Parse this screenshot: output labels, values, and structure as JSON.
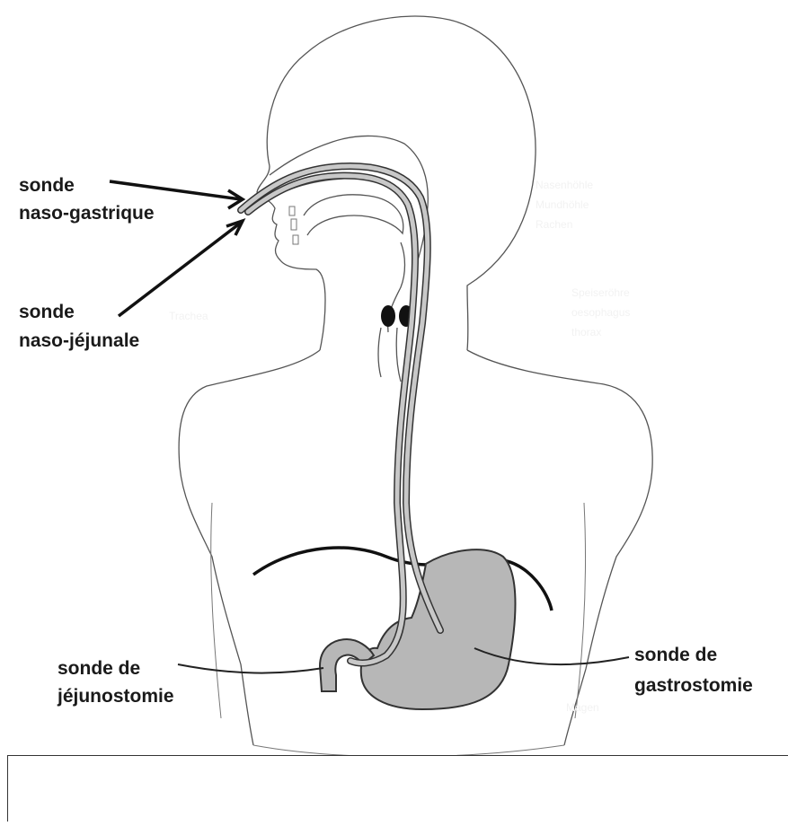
{
  "labels": {
    "naso_gastric_line1": "sonde",
    "naso_gastric_line2": "naso-gastrique",
    "naso_jejunal_line1": "sonde",
    "naso_jejunal_line2": "naso-jéjunale",
    "jejunostomy_line1": "sonde de",
    "jejunostomy_line2": "jéjunostomie",
    "gastrostomy_line1": "sonde de",
    "gastrostomy_line2": "gastrostomie"
  },
  "faint_labels": {
    "nasal_cavity": [
      "Nasenhöhle",
      "Mundhöhle",
      "Rachen"
    ],
    "esophagus": [
      "Speiseröhre",
      "oesophagus",
      "thorax"
    ],
    "trachea": "Trachea",
    "lower": "Magen"
  },
  "caption": "",
  "colors": {
    "organ_fill": "#b7b7b7",
    "outline": "#555555",
    "text": "#1a1a1a"
  }
}
